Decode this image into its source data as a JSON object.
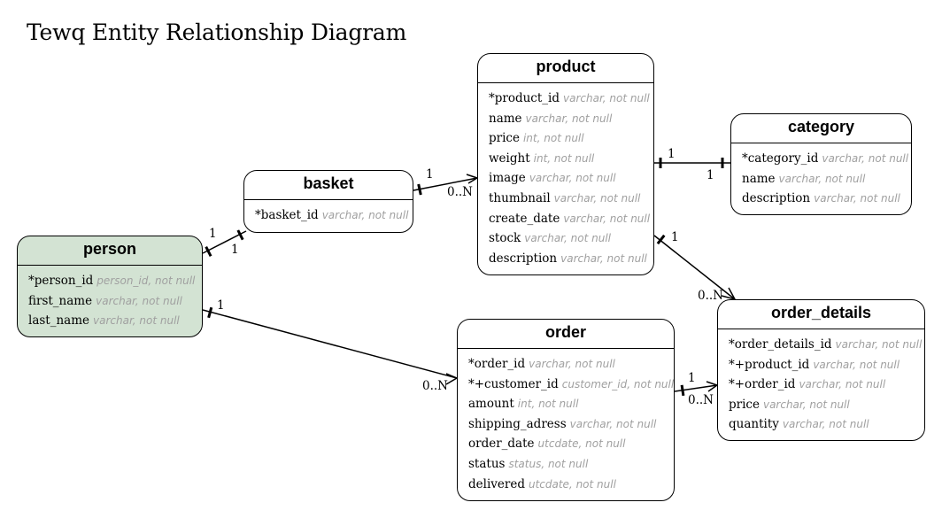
{
  "title": "Tewq Entity Relationship Diagram",
  "entities": {
    "product": {
      "name": "product",
      "attributes": [
        {
          "name": "*product_id",
          "type": "varchar, not null"
        },
        {
          "name": "name",
          "type": "varchar, not null"
        },
        {
          "name": "price",
          "type": "int, not null"
        },
        {
          "name": "weight",
          "type": "int, not null"
        },
        {
          "name": "image",
          "type": "varchar, not null"
        },
        {
          "name": "thumbnail",
          "type": "varchar, not null"
        },
        {
          "name": "create_date",
          "type": "varchar, not null"
        },
        {
          "name": "stock",
          "type": "varchar, not null"
        },
        {
          "name": "description",
          "type": "varchar, not null"
        }
      ]
    },
    "category": {
      "name": "category",
      "attributes": [
        {
          "name": "*category_id",
          "type": "varchar, not null"
        },
        {
          "name": "name",
          "type": "varchar, not null"
        },
        {
          "name": "description",
          "type": "varchar, not null"
        }
      ]
    },
    "basket": {
      "name": "basket",
      "attributes": [
        {
          "name": "*basket_id",
          "type": "varchar, not null"
        }
      ]
    },
    "person": {
      "name": "person",
      "fill": "#d3e3d3",
      "attributes": [
        {
          "name": "*person_id",
          "type": "person_id, not null"
        },
        {
          "name": "first_name",
          "type": "varchar, not null"
        },
        {
          "name": "last_name",
          "type": "varchar, not null"
        }
      ]
    },
    "order": {
      "name": "order",
      "attributes": [
        {
          "name": "*order_id",
          "type": "varchar, not null"
        },
        {
          "name": "*+customer_id",
          "type": "customer_id, not null"
        },
        {
          "name": "amount",
          "type": "int, not null"
        },
        {
          "name": "shipping_adress",
          "type": "varchar, not null"
        },
        {
          "name": "order_date",
          "type": "utcdate, not null"
        },
        {
          "name": "status",
          "type": "status, not null"
        },
        {
          "name": "delivered",
          "type": "utcdate, not null"
        }
      ]
    },
    "order_details": {
      "name": "order_details",
      "attributes": [
        {
          "name": "*order_details_id",
          "type": "varchar, not null"
        },
        {
          "name": "*+product_id",
          "type": "varchar, not null"
        },
        {
          "name": "*+order_id",
          "type": "varchar, not null"
        },
        {
          "name": "price",
          "type": "varchar, not null"
        },
        {
          "name": "quantity",
          "type": "varchar, not null"
        }
      ]
    }
  },
  "relationships": [
    {
      "from": "product",
      "to": "category",
      "from_card": "1",
      "to_card": "1"
    },
    {
      "from": "basket",
      "to": "product",
      "from_card": "1",
      "to_card": "0..N"
    },
    {
      "from": "person",
      "to": "basket",
      "from_card": "1",
      "to_card": "1"
    },
    {
      "from": "person",
      "to": "order",
      "from_card": "1",
      "to_card": "0..N"
    },
    {
      "from": "product",
      "to": "order_details",
      "from_card": "1",
      "to_card": "0..N"
    },
    {
      "from": "order",
      "to": "order_details",
      "from_card": "1",
      "to_card": "0..N"
    }
  ]
}
